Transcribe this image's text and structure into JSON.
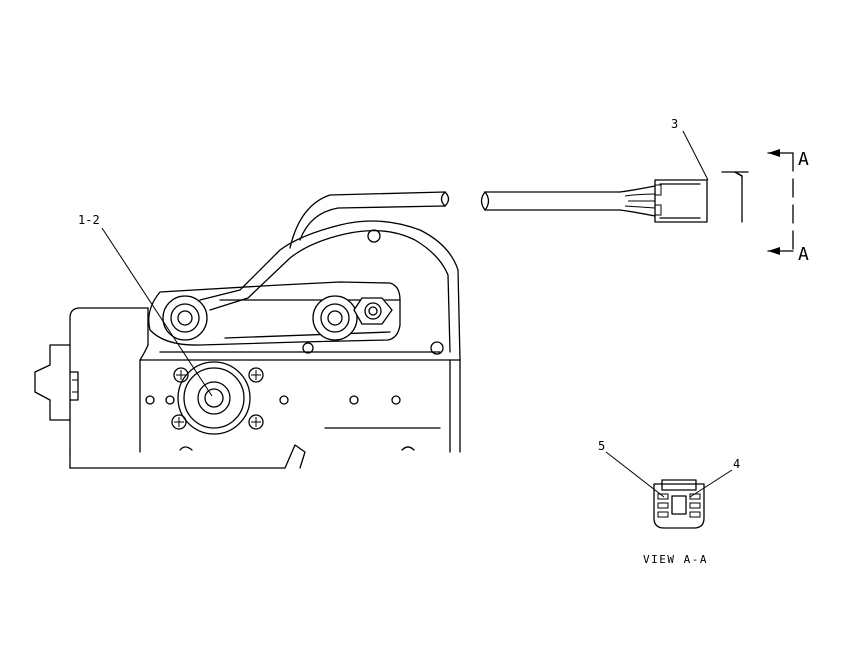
{
  "diagram": {
    "callouts": {
      "c12": "1-2",
      "c3": "3",
      "c4": "4",
      "c5": "5"
    },
    "section": {
      "top": "A",
      "bottom": "A"
    },
    "view_caption": "VIEW A-A"
  }
}
